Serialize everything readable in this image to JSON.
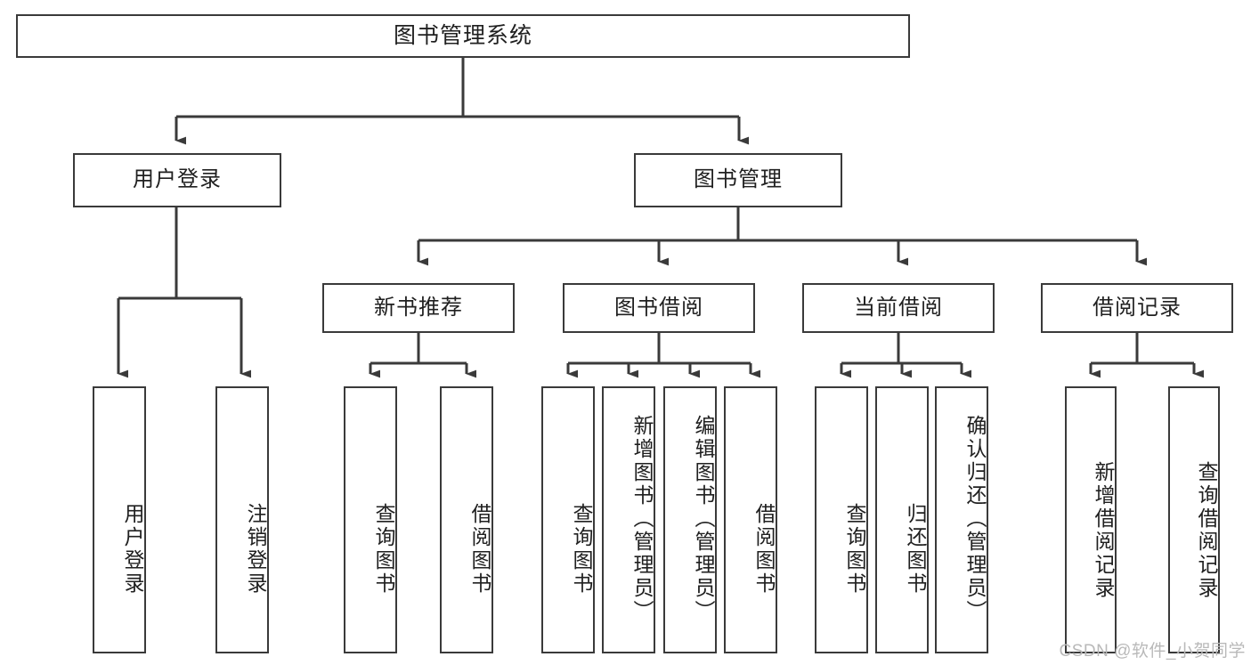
{
  "diagram": {
    "type": "tree-hierarchy",
    "title": "图书管理系统",
    "root": {
      "label": "图书管理系统"
    },
    "level2": [
      {
        "id": "user-login",
        "label": "用户登录"
      },
      {
        "id": "book-manage",
        "label": "图书管理"
      }
    ],
    "level3": [
      {
        "id": "new-book-recommend",
        "label": "新书推荐",
        "parent": "book-manage"
      },
      {
        "id": "book-borrow",
        "label": "图书借阅",
        "parent": "book-manage"
      },
      {
        "id": "current-borrow",
        "label": "当前借阅",
        "parent": "book-manage"
      },
      {
        "id": "borrow-record",
        "label": "借阅记录",
        "parent": "book-manage"
      }
    ],
    "leaves": [
      {
        "id": "leaf-user-login",
        "label": "用户登录",
        "parent": "user-login"
      },
      {
        "id": "leaf-user-logout",
        "label": "注销登录",
        "parent": "user-login"
      },
      {
        "id": "leaf-query-book-1",
        "label": "查询图书",
        "parent": "new-book-recommend"
      },
      {
        "id": "leaf-borrow-book-1",
        "label": "借阅图书",
        "parent": "new-book-recommend"
      },
      {
        "id": "leaf-query-book-2",
        "label": "查询图书",
        "parent": "book-borrow"
      },
      {
        "id": "leaf-add-book",
        "label": "新增图书（管理员）",
        "parent": "book-borrow"
      },
      {
        "id": "leaf-edit-book",
        "label": "编辑图书（管理员）",
        "parent": "book-borrow"
      },
      {
        "id": "leaf-borrow-book-2",
        "label": "借阅图书",
        "parent": "book-borrow"
      },
      {
        "id": "leaf-query-book-3",
        "label": "查询图书",
        "parent": "current-borrow"
      },
      {
        "id": "leaf-return-book",
        "label": "归还图书",
        "parent": "current-borrow"
      },
      {
        "id": "leaf-confirm-return",
        "label": "确认归还（管理员）",
        "parent": "current-borrow"
      },
      {
        "id": "leaf-add-record",
        "label": "新增借阅记录",
        "parent": "borrow-record"
      },
      {
        "id": "leaf-query-record",
        "label": "查询借阅记录",
        "parent": "borrow-record"
      }
    ],
    "colors": {
      "box_border": "#3a3a3a",
      "box_fill": "#ffffff",
      "connector": "#3a3a3a",
      "text": "#202020",
      "watermark": "#b9b9b9"
    }
  },
  "watermark": {
    "text": "CSDN @软件_小贺同学"
  }
}
